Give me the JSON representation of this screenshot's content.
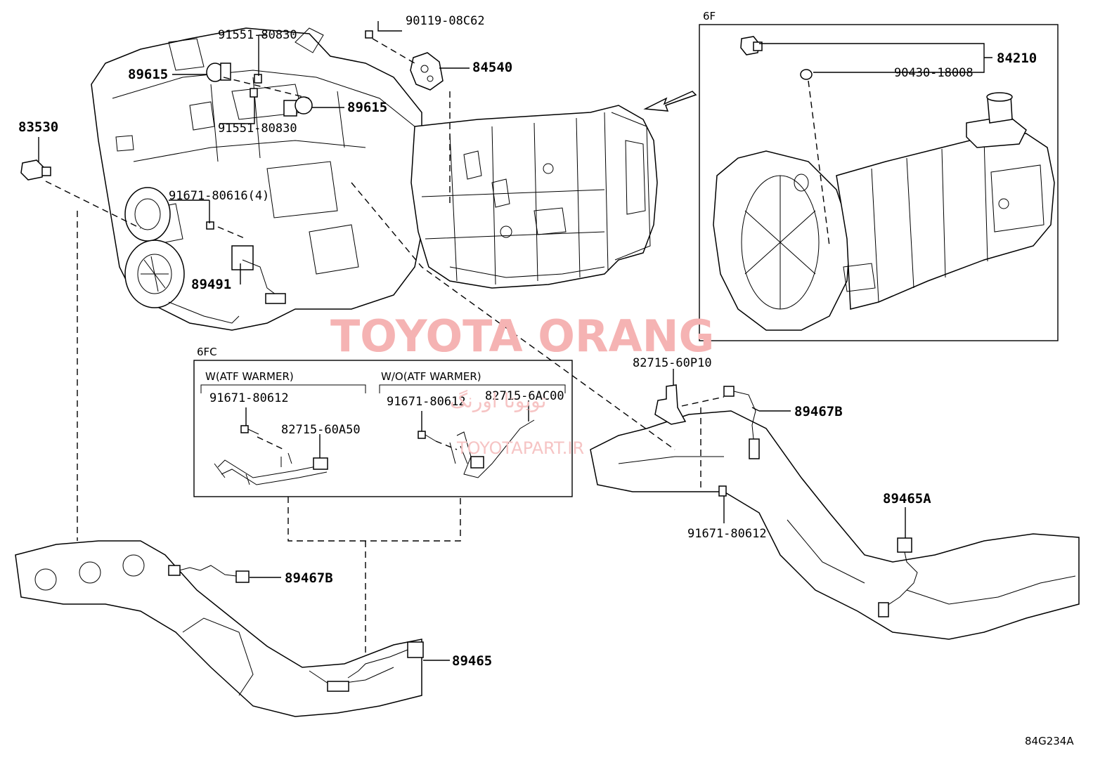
{
  "diagram_code": "84G234A",
  "watermark": {
    "main": "TOYOTA ORANG",
    "persian": "تویوتا اورنگ",
    "site": "TOYOTAPART.IR"
  },
  "boxes": {
    "6F": "6F",
    "6FC": "6FC",
    "w_atf": "W(ATF WARMER)",
    "wo_atf": "W/O(ATF WARMER)"
  },
  "labels": {
    "p90119": "90119-08C62",
    "p84540": "84540",
    "p91551_top": "91551-80830",
    "p89615_left": "89615",
    "p89615_right": "89615",
    "p91551_bottom": "91551-80830",
    "p83530": "83530",
    "p91671_616": "91671-80616(4)",
    "p89491": "89491",
    "p84210": "84210",
    "p90430": "90430-18008",
    "p91671_612_w": "91671-80612",
    "p82715_60A50": "82715-60A50",
    "p91671_612_wo": "91671-80612",
    "p82715_6AC00": "82715-6AC00",
    "p82715_60P10": "82715-60P10",
    "p89467B_right": "89467B",
    "p91671_612_right": "91671-80612",
    "p89465A": "89465A",
    "p89467B_left": "89467B",
    "p89465": "89465"
  }
}
